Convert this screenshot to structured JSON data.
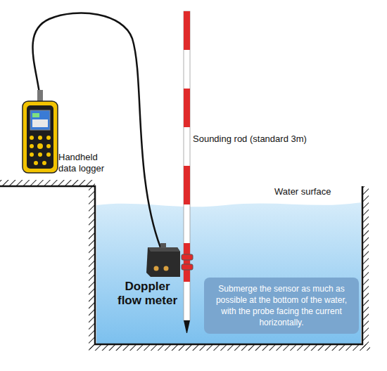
{
  "diagram": {
    "nodes": [
      {
        "text": [
          "Submerge the sensor as much as possible at the bottom of the water, with the probe facing the current horizontally."
        ]
      }
    ],
    "labels": [
      "Handheld data logger",
      "Sounding rod (standard 3m)",
      "Water surface",
      "Doppler flow meter"
    ]
  }
}
